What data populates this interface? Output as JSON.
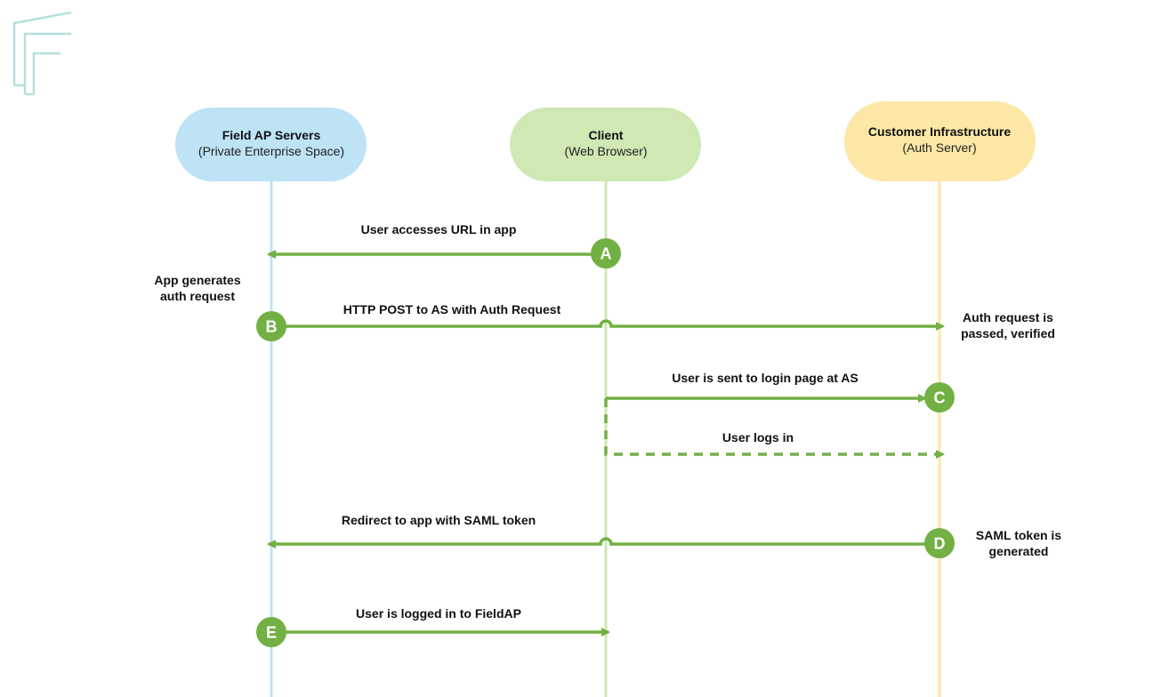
{
  "colors": {
    "arrow": "#72b043",
    "step_circle": "#72b043",
    "logo": "#b2e0dd",
    "actor_field_fill": "#bde3f5",
    "actor_field_line": "#bde3f5",
    "actor_client_fill": "#cfe8b4",
    "actor_client_line": "#cfe8b4",
    "actor_customer_fill": "#fde7a7",
    "actor_customer_line": "#fde7a7"
  },
  "logo": {
    "icon": "fieldap-f-logo-icon"
  },
  "actors": {
    "field": {
      "title": "Field AP Servers",
      "subtitle": "(Private Enterprise Space)"
    },
    "client": {
      "title": "Client",
      "subtitle": "(Web Browser)"
    },
    "customer": {
      "title": "Customer Infrastructure",
      "subtitle": "(Auth Server)"
    }
  },
  "steps": {
    "a": {
      "letter": "A",
      "message": "User accesses URL in app"
    },
    "b": {
      "letter": "B",
      "message": "HTTP POST to AS with Auth Request"
    },
    "c": {
      "letter": "C",
      "message": "User is sent to login page at AS"
    },
    "login": {
      "message": "User logs in"
    },
    "d": {
      "letter": "D",
      "message": "Redirect to app with SAML token"
    },
    "e": {
      "letter": "E",
      "message": "User is logged in to FieldAP"
    }
  },
  "notes": {
    "app_generates": [
      "App generates",
      "auth request"
    ],
    "auth_passed": [
      "Auth request is",
      "passed, verified"
    ],
    "saml_generated": [
      "SAML token is",
      "generated"
    ]
  }
}
